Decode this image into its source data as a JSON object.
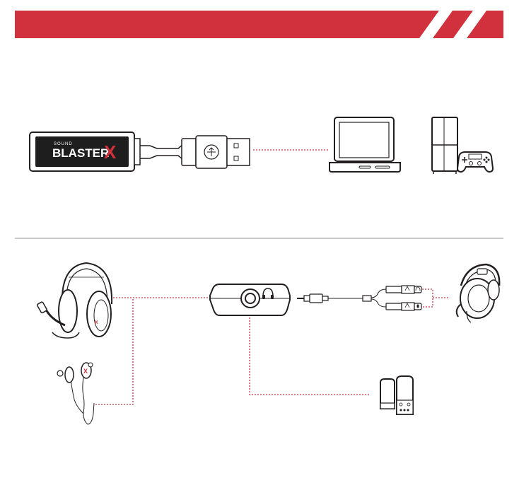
{
  "header": {
    "color": "#d1313c"
  },
  "device": {
    "logo_small": "SOUND",
    "logo_main": "BLASTER",
    "logo_mark": "X",
    "logo_mark_color": "#d1313c"
  },
  "colors": {
    "connection_line": "#d1313c",
    "outline": "#231f20",
    "divider": "#9a9a9a"
  },
  "sections": [
    {
      "name": "usb-connection",
      "devices": [
        "sound-blasterx-dac",
        "laptop",
        "game-console"
      ]
    },
    {
      "name": "audio-connection",
      "devices": [
        "headset",
        "earphones",
        "audio-hub",
        "gaming-headset-with-splitter",
        "speakers"
      ]
    }
  ],
  "icons": [
    "usb-icon",
    "headphone-icon",
    "headphone-jack-icon",
    "microphone-icon"
  ]
}
